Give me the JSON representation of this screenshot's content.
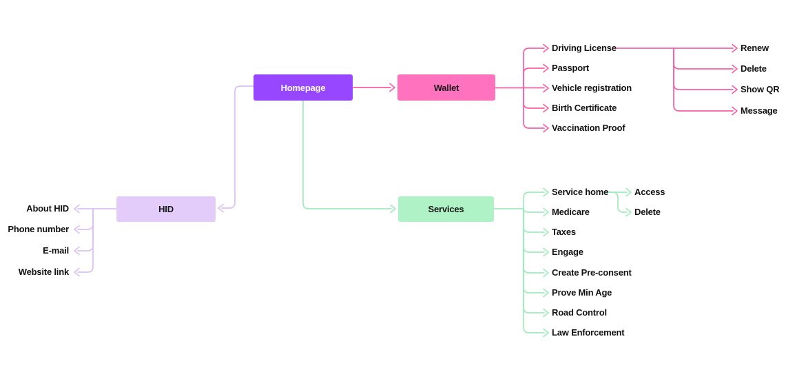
{
  "diagram": {
    "nodes": {
      "homepage": {
        "label": "Homepage",
        "fill": "#9747FF",
        "text_color": "#FFFFFF"
      },
      "wallet": {
        "label": "Wallet",
        "fill": "#FF73BE",
        "text_color": "#161616"
      },
      "services": {
        "label": "Services",
        "fill": "#AEF2C6",
        "text_color": "#161616"
      },
      "hid": {
        "label": "HID",
        "fill": "#E3CCF9",
        "text_color": "#161616"
      }
    },
    "hid_children": [
      "About HID",
      "Phone number",
      "E-mail",
      "Website link"
    ],
    "wallet_children": [
      "Driving License",
      "Passport",
      "Vehicle registration",
      "Birth Certificate",
      "Vaccination Proof"
    ],
    "driving_license_children": [
      "Renew",
      "Delete",
      "Show QR",
      "Message"
    ],
    "services_children": [
      "Service home",
      "Medicare",
      "Taxes",
      "Engage",
      "Create Pre-consent",
      "Prove Min Age",
      "Road Control",
      "Law Enforcement"
    ],
    "service_home_children": [
      "Access",
      "Delete"
    ],
    "connector_colors": {
      "pink": "#F75FA4",
      "green": "#9FEBBE",
      "purple": "#DCC0F4"
    }
  }
}
